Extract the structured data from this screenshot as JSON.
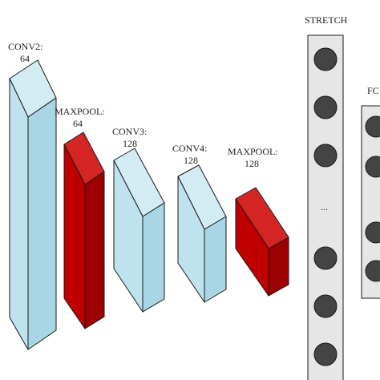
{
  "layers": [
    {
      "id": "conv2",
      "kind": "conv",
      "name": "CONV2:",
      "value": "64"
    },
    {
      "id": "maxpool1",
      "kind": "pool",
      "name": "MAXPOOL:",
      "value": "64"
    },
    {
      "id": "conv3",
      "kind": "conv",
      "name": "CONV3:",
      "value": "128"
    },
    {
      "id": "conv4",
      "kind": "conv",
      "name": "CONV4:",
      "value": "128"
    },
    {
      "id": "maxpool2",
      "kind": "pool",
      "name": "MAXPOOL:",
      "value": "128"
    }
  ],
  "stretch": {
    "title": "STRETCH",
    "ellipsis": "..."
  },
  "fc": {
    "title": "FC"
  },
  "colors": {
    "conv_front": "#bfe3ee",
    "conv_side": "#a9d6e5",
    "conv_top": "#d3ecf4",
    "pool_front": "#c00000",
    "pool_side": "#9d0000",
    "pool_top": "#d42424",
    "column_fill": "#e6e6e6",
    "neuron_fill": "#444444",
    "outline": "#1a1a1a"
  }
}
